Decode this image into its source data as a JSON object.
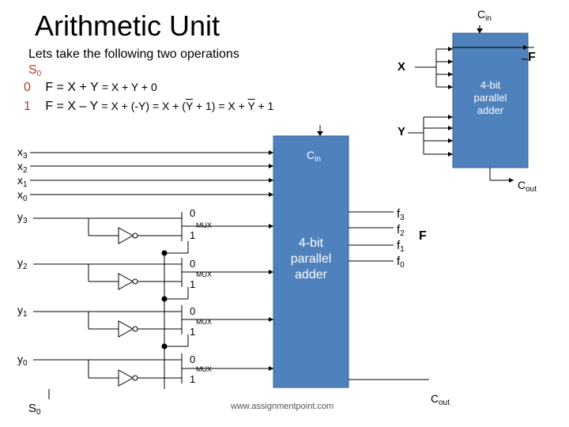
{
  "title": "Arithmetic Unit",
  "intro": "Lets take the following two operations",
  "ops": {
    "s0_header": "S",
    "s0_sub": "0",
    "rows": [
      {
        "sel": "0",
        "pre": "F = X + Y",
        "expr": "= X + Y + 0"
      },
      {
        "sel": "1",
        "pre": "F = X – Y",
        "expr_a": "= X + (-Y) = X + (",
        "expr_y": "Y",
        "expr_b": "+ 1) = X + ",
        "expr_y2": "Y",
        "expr_c": "+ 1"
      }
    ]
  },
  "top_adder": {
    "cin": "C",
    "cin_sub": "in",
    "x_label": "X",
    "y_label": "Y",
    "f_label": "F",
    "text_line1": "4-bit",
    "text_line2": "parallel",
    "text_line3": "adder"
  },
  "main_adder": {
    "cin": "C",
    "cin_sub": "in",
    "cout": "C",
    "cout_sub": "out",
    "text_line1": "4-bit",
    "text_line2": "parallel",
    "text_line3": "adder",
    "cout_bottom": "C",
    "cout_bottom_sub": "out"
  },
  "x_inputs": [
    {
      "name": "x",
      "sub": "3"
    },
    {
      "name": "x",
      "sub": "2"
    },
    {
      "name": "x",
      "sub": "1"
    },
    {
      "name": "x",
      "sub": "0"
    }
  ],
  "y_inputs": [
    {
      "name": "y",
      "sub": "3"
    },
    {
      "name": "y",
      "sub": "2"
    },
    {
      "name": "y",
      "sub": "1"
    },
    {
      "name": "y",
      "sub": "0"
    }
  ],
  "mux": {
    "in0": "0",
    "in1": "1",
    "label": "MUX"
  },
  "outputs": [
    {
      "name": "f",
      "sub": "3"
    },
    {
      "name": "f",
      "sub": "2"
    },
    {
      "name": "f",
      "sub": "1"
    },
    {
      "name": "f",
      "sub": "0"
    }
  ],
  "out_bus_label": "F",
  "select": {
    "name": "S",
    "sub": "0"
  },
  "watermark": "www.assignmentpoint.com",
  "colors": {
    "box_fill": "#4f81bd",
    "box_stroke": "#3a5f8f",
    "red": "#c0392b"
  }
}
